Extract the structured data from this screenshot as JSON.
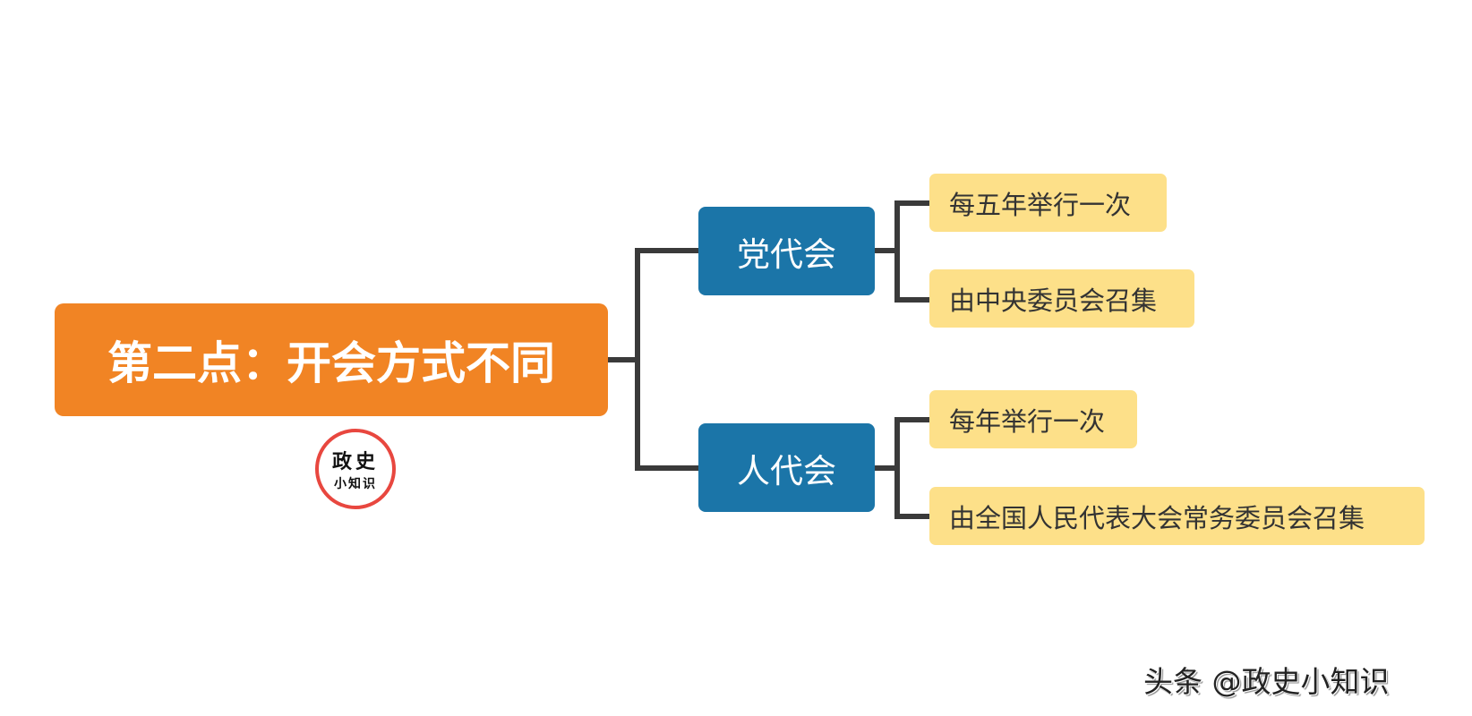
{
  "root": {
    "label": "第二点：开会方式不同"
  },
  "branches": [
    {
      "label": "党代会",
      "children": [
        "每五年举行一次",
        "由中央委员会召集"
      ]
    },
    {
      "label": "人代会",
      "children": [
        "每年举行一次",
        "由全国人民代表大会常务委员会召集"
      ]
    }
  ],
  "logo": {
    "line1": "政史",
    "line2": "小知识"
  },
  "watermark": "头条 @政史小知识",
  "colors": {
    "root": "#f18424",
    "branch": "#1b75a8",
    "leaf": "#fde089",
    "line": "#3a3a3a"
  }
}
